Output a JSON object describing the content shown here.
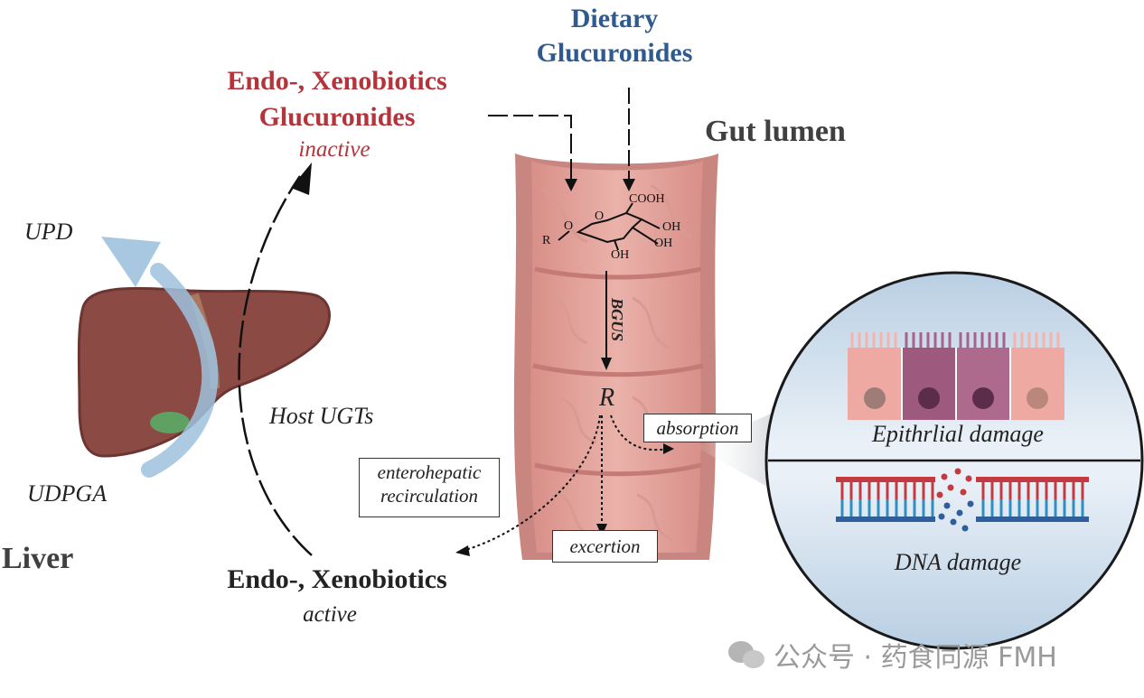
{
  "labels": {
    "dietary_line1": "Dietary",
    "dietary_line2": "Glucuronides",
    "endo_top_line1": "Endo-, Xenobiotics",
    "endo_top_line2": "Glucuronides",
    "endo_top_state": "inactive",
    "gut_lumen": "Gut lumen",
    "upd": "UPD",
    "udpga": "UDPGA",
    "liver": "Liver",
    "host_ugts": "Host UGTs",
    "endo_bottom": "Endo-, Xenobiotics",
    "endo_bottom_state": "active",
    "bgus": "BGUS",
    "r": "R",
    "absorption": "absorption",
    "enterohepatic_line1": "enterohepatic",
    "enterohepatic_line2": "recirculation",
    "excertion": "excertion",
    "epithelial_damage": "Epithrlial damage",
    "dna_damage": "DNA damage"
  },
  "molecule": {
    "cooh": "COOH",
    "oh1": "OH",
    "oh2": "OH",
    "oh3": "OH",
    "o_ring": "O",
    "o_link": "O",
    "r": "R"
  },
  "watermark": {
    "text": "公众号 · 药食同源 FMH"
  },
  "colors": {
    "red_label": "#b3343a",
    "blue_label": "#2e5b8f",
    "liver": "#8c4a45",
    "gut": "#e3a7a0",
    "arrow_blue": "#9ec2de",
    "cell_pink": "#eeaaa2",
    "cell_purple": "#9d5a7e"
  }
}
